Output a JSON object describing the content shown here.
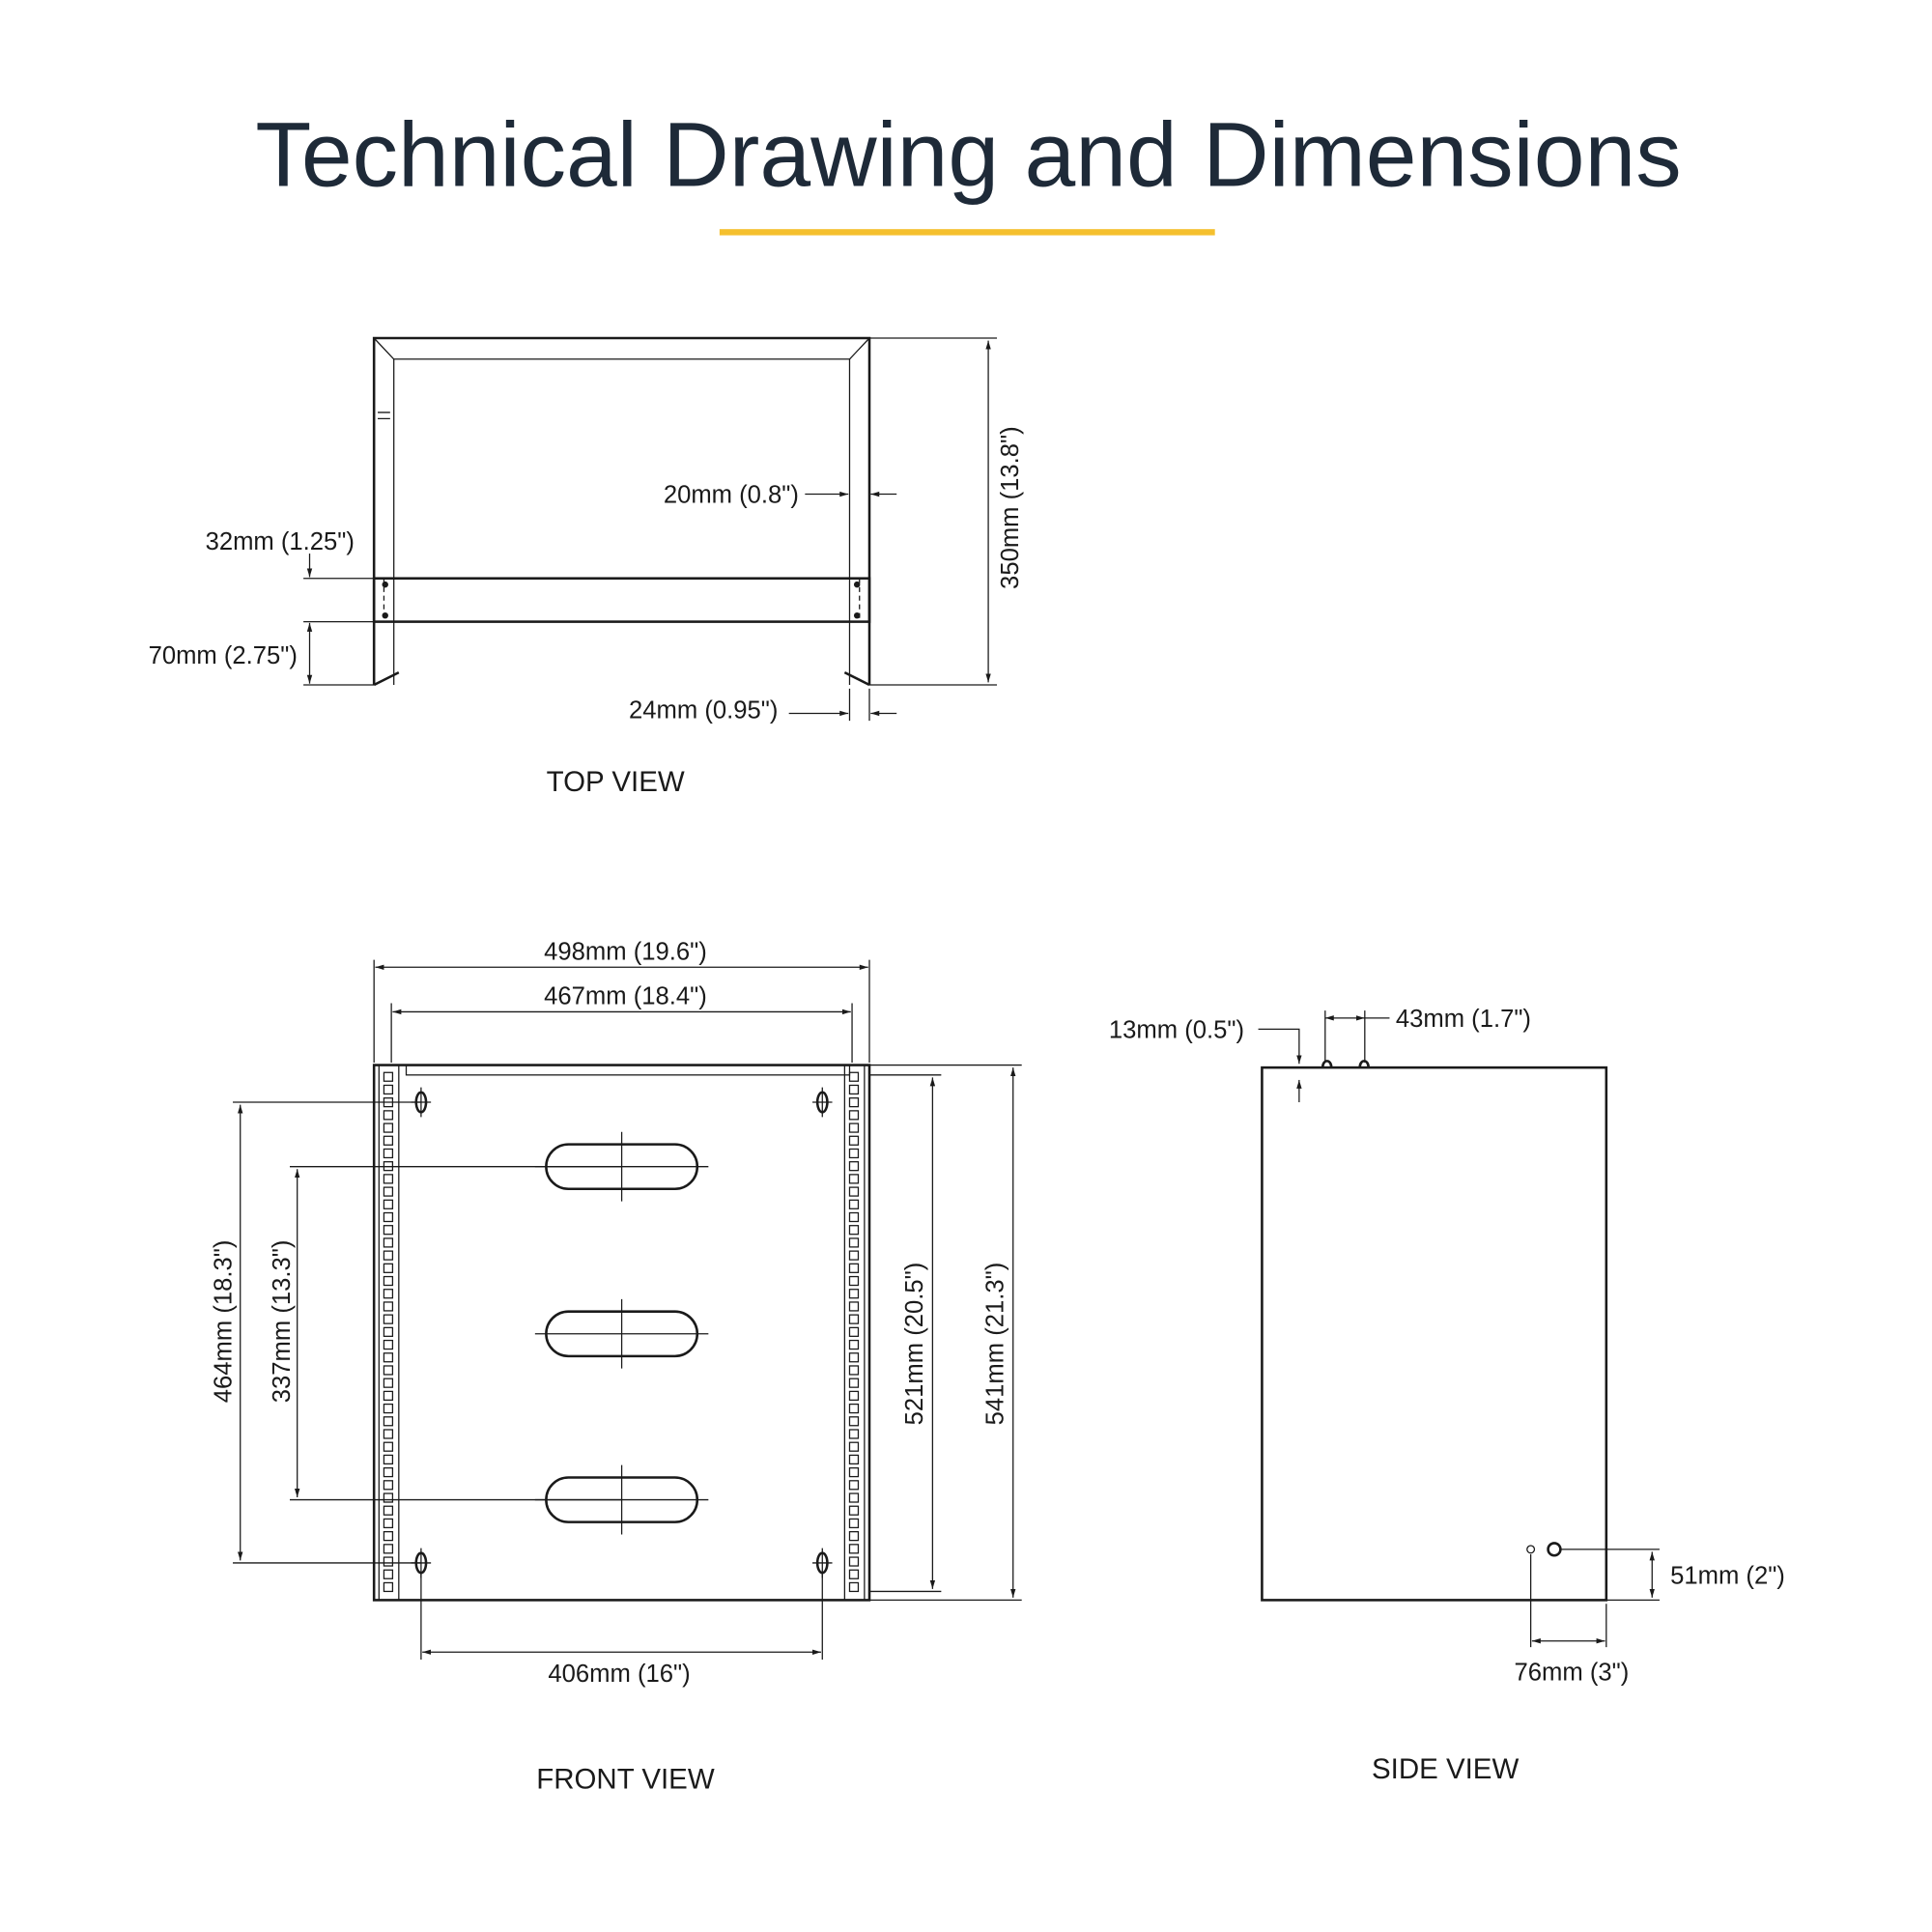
{
  "title": "Technical Drawing and Dimensions",
  "accent_color": "#f5c02e",
  "top_view": {
    "label": "TOP VIEW",
    "dims": {
      "depth": "350mm (13.8\")",
      "rail_inset": "20mm (0.8\")",
      "bar_width": "32mm (1.25\")",
      "bar_offset": "70mm (2.75\")",
      "foot_width": "24mm (0.95\")"
    }
  },
  "front_view": {
    "label": "FRONT VIEW",
    "dims": {
      "outer_width": "498mm (19.6\")",
      "inner_width": "467mm (18.4\")",
      "hole_height": "464mm (18.3\")",
      "slot_span": "337mm (13.3\")",
      "rail_height": "521mm (20.5\")",
      "outer_height": "541mm (21.3\")",
      "hole_spacing": "406mm (16\")"
    }
  },
  "side_view": {
    "label": "SIDE VIEW",
    "dims": {
      "top_offset": "13mm (0.5\")",
      "top_slot": "43mm (1.7\")",
      "hole_height": "51mm (2\")",
      "hole_depth": "76mm (3\")"
    }
  }
}
